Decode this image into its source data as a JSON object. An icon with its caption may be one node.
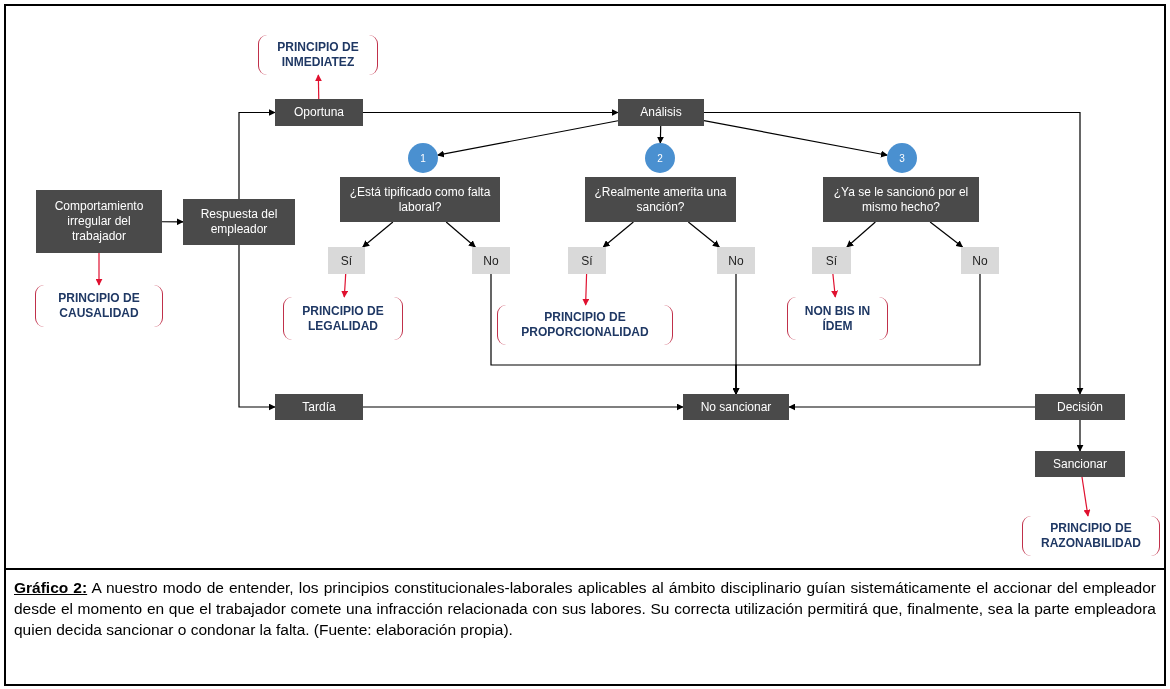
{
  "diagram": {
    "caption": "**Gráfico 2:** A nuestro modo de entender, los principios constitucionales-laborales aplicables al ámbito disciplinario guían sistemáticamente el accionar del empleador desde el momento en que el trabajador comete una infracción relacionada con sus labores. Su correcta utilización permitirá que, finalmente, sea la parte empleadora quien decida sancionar o condonar la falta. (Fuente: elaboración propia).",
    "nodes": [
      {
        "text": [
          "Comportamiento irregular del trabajador"
        ]
      },
      {
        "text": [
          "Respuesta del empleador"
        ]
      },
      {
        "text": [
          "PRINCIPIO DE CAUSALIDAD"
        ]
      },
      {
        "text": [
          "Oportuna"
        ]
      },
      {
        "text": [
          "PRINCIPIO DE INMEDIATEZ"
        ]
      },
      {
        "text": [
          "Análisis"
        ]
      },
      {
        "text": [
          "1"
        ]
      },
      {
        "text": [
          "2"
        ]
      },
      {
        "text": [
          "3"
        ]
      },
      {
        "text": [
          "¿Está tipificado como falta laboral?"
        ]
      },
      {
        "text": [
          "¿Realmente amerita una sanción?"
        ]
      },
      {
        "text": [
          "¿Ya se le sancionó por el mismo hecho?"
        ]
      },
      {
        "text": [
          "Sí"
        ]
      },
      {
        "text": [
          "No"
        ]
      },
      {
        "text": [
          "Sí"
        ]
      },
      {
        "text": [
          "No"
        ]
      },
      {
        "text": [
          "Sí"
        ]
      },
      {
        "text": [
          "No"
        ]
      },
      {
        "text": [
          "PRINCIPIO DE LEGALIDAD"
        ]
      },
      {
        "text": [
          "PRINCIPIO DE PROPORCIONALIDAD"
        ]
      },
      {
        "text": [
          "NON BIS IN ÍDEM"
        ]
      },
      {
        "text": [
          "Tardía"
        ]
      },
      {
        "text": [
          "No sancionar"
        ]
      },
      {
        "text": [
          "Decisión"
        ]
      },
      {
        "text": [
          "Sancionar"
        ]
      },
      {
        "text": [
          "PRINCIPIO DE RAZONABILIDAD"
        ]
      }
    ],
    "edges": [
      {
        "from": 0,
        "to": 1,
        "arrow": "to"
      },
      {
        "from": 0,
        "to": 2,
        "arrow": "to",
        "color": "#e0102f"
      },
      {
        "from": 1,
        "to": 3,
        "arrow": "to"
      },
      {
        "from": 1,
        "to": 21,
        "arrow": "to"
      },
      {
        "from": 3,
        "to": 4,
        "arrow": "to",
        "color": "#e0102f"
      },
      {
        "from": 3,
        "to": 5,
        "arrow": "to"
      },
      {
        "from": 5,
        "to": 6,
        "arrow": "to"
      },
      {
        "from": 5,
        "to": 7,
        "arrow": "to"
      },
      {
        "from": 5,
        "to": 8,
        "arrow": "to"
      },
      {
        "from": 9,
        "to": 12,
        "arrow": "to"
      },
      {
        "from": 9,
        "to": 13,
        "arrow": "to"
      },
      {
        "from": 10,
        "to": 14,
        "arrow": "to"
      },
      {
        "from": 10,
        "to": 15,
        "arrow": "to"
      },
      {
        "from": 11,
        "to": 16,
        "arrow": "to"
      },
      {
        "from": 11,
        "to": 17,
        "arrow": "to"
      },
      {
        "from": 12,
        "to": 18,
        "arrow": "to",
        "color": "#e0102f"
      },
      {
        "from": 14,
        "to": 19,
        "arrow": "to",
        "color": "#e0102f"
      },
      {
        "from": 16,
        "to": 20,
        "arrow": "to",
        "color": "#e0102f"
      },
      {
        "from": 13,
        "to": 22,
        "arrow": "to"
      },
      {
        "from": 15,
        "to": 22,
        "arrow": "to"
      },
      {
        "from": 17,
        "to": 22,
        "arrow": "to"
      },
      {
        "from": 21,
        "to": 22,
        "arrow": "to"
      },
      {
        "from": 5,
        "to": 23,
        "arrow": "to"
      },
      {
        "from": 23,
        "to": 22,
        "arrow": "to"
      },
      {
        "from": 23,
        "to": 24,
        "arrow": "to"
      },
      {
        "from": 24,
        "to": 25,
        "arrow": "to",
        "color": "#e0102f"
      }
    ]
  }
}
